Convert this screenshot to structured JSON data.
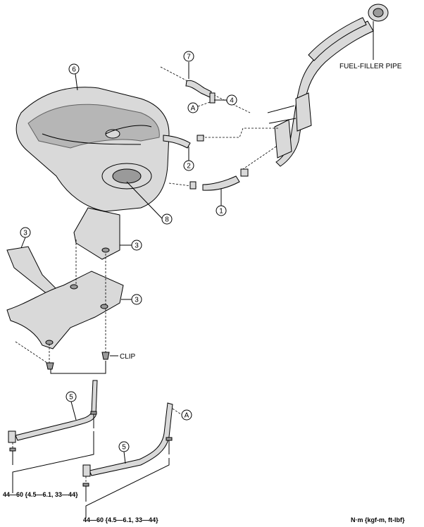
{
  "callouts": {
    "c1": "1",
    "c2": "2",
    "c3a": "3",
    "c3b": "3",
    "c3c": "3",
    "c4": "4",
    "c5a": "5",
    "c5b": "5",
    "c6": "6",
    "c7": "7",
    "c8": "8",
    "cA1": "A",
    "cA2": "A"
  },
  "labels": {
    "fuel_filler_pipe": "FUEL-FILLER PIPE",
    "clip": "CLIP",
    "torque_left": "44—60 {4.5—6.1, 33—44}",
    "torque_bottom": "44—60 {4.5—6.1, 33—44}",
    "units": "N·m {kgf-m, ft-lbf}"
  }
}
